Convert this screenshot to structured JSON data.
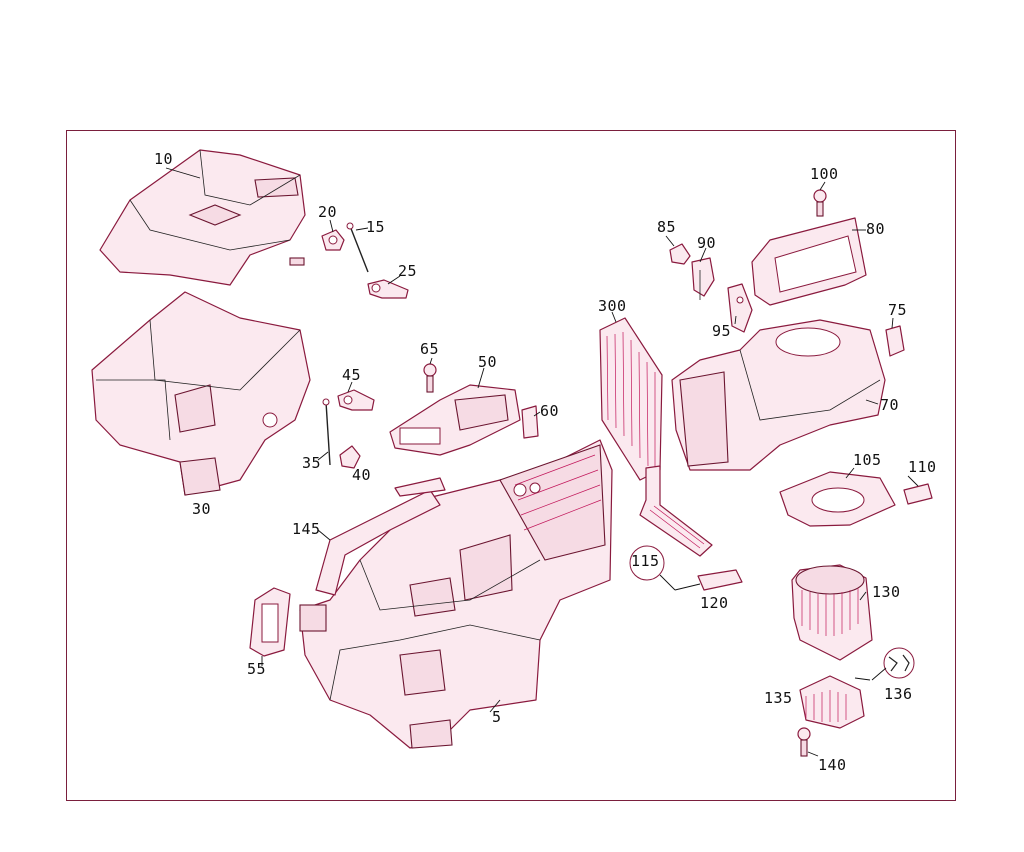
{
  "diagram": {
    "colors": {
      "frame": "#7a1f3d",
      "part_fill": "#fbe9ef",
      "part_stroke": "#8a1a3e",
      "text": "#111111"
    },
    "callouts": {
      "c10": "10",
      "c20": "20",
      "c15": "15",
      "c25": "25",
      "c30": "30",
      "c45": "45",
      "c35": "35",
      "c40": "40",
      "c65": "65",
      "c50": "50",
      "c60": "60",
      "c85": "85",
      "c90": "90",
      "c100": "100",
      "c80": "80",
      "c300": "300",
      "c95": "95",
      "c75": "75",
      "c70": "70",
      "c105": "105",
      "c110": "110",
      "c145": "145",
      "c115": "115",
      "c120": "120",
      "c130": "130",
      "c55": "55",
      "c5": "5",
      "c136": "136",
      "c135": "135",
      "c140": "140"
    }
  }
}
